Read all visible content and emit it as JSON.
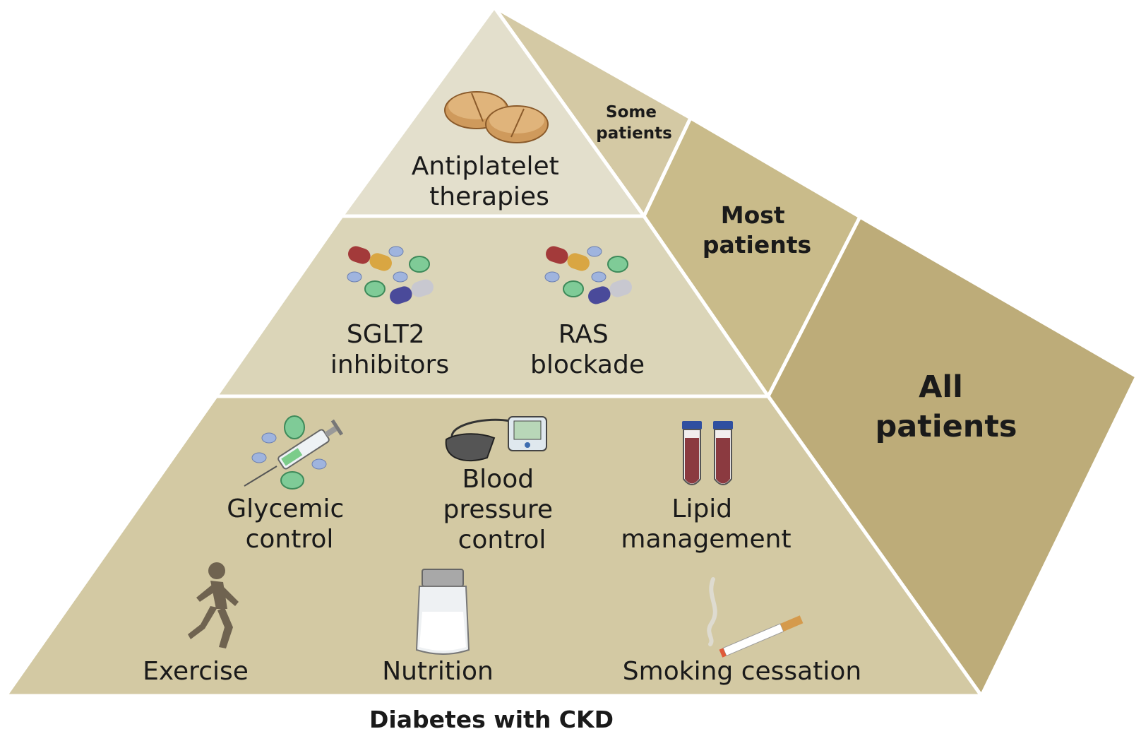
{
  "caption": "Diabetes with CKD",
  "pyramid": {
    "tiers": [
      {
        "name": "top",
        "items": [
          {
            "line1": "Antiplatelet",
            "line2": "therapies",
            "icon": "tablets-icon"
          }
        ]
      },
      {
        "name": "middle",
        "items": [
          {
            "line1": "SGLT2",
            "line2": "inhibitors",
            "icon": "pills-icon"
          },
          {
            "line1": "RAS",
            "line2": "blockade",
            "icon": "pills-icon"
          }
        ]
      },
      {
        "name": "bottom",
        "items": [
          {
            "line1": "Glycemic",
            "line2": "control",
            "icon": "syringe-icon"
          },
          {
            "line1": "Blood",
            "line2": "pressure",
            "line3": "control",
            "icon": "blood-pressure-monitor-icon"
          },
          {
            "line1": "Lipid",
            "line2": "management",
            "icon": "blood-tubes-icon"
          },
          {
            "line1": "Exercise",
            "icon": "runner-icon"
          },
          {
            "line1": "Nutrition",
            "icon": "salt-shaker-icon"
          },
          {
            "line1": "Smoking cessation",
            "icon": "cigarette-icon"
          }
        ]
      }
    ]
  },
  "side_panels": [
    {
      "line1": "Some",
      "line2": "patients"
    },
    {
      "line1": "Most",
      "line2": "patients"
    },
    {
      "line1": "All",
      "line2": "patients"
    }
  ],
  "colors": {
    "tier_top": "#e3dfcc",
    "tier_middle": "#dbd5b8",
    "tier_bottom": "#d3c9a3",
    "side_some": "#d4c9a4",
    "side_most": "#c9bb8a",
    "side_all": "#bdac79"
  }
}
